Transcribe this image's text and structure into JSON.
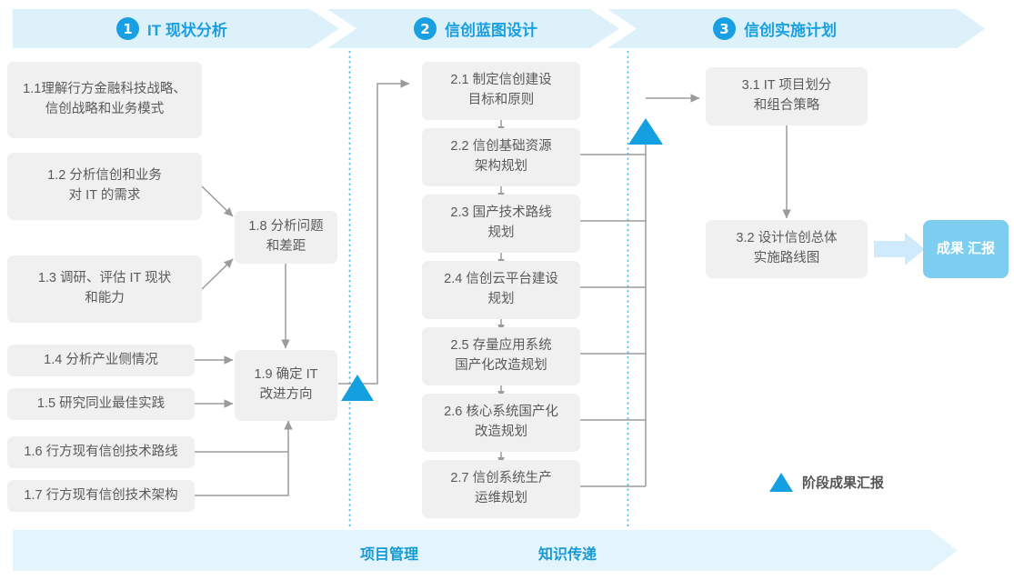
{
  "header": {
    "phases": [
      {
        "num": "1",
        "label": "IT 现状分析"
      },
      {
        "num": "2",
        "label": "信创蓝图设计"
      },
      {
        "num": "3",
        "label": "信创实施计划"
      }
    ],
    "band_color": "#ddf1fb"
  },
  "phase1": {
    "nodes": [
      {
        "id": "1.1",
        "text_line1": "1.1理解行方金融科技战略、",
        "text_line2": "信创战略和业务模式"
      },
      {
        "id": "1.2",
        "text_line1": "1.2 分析信创和业务",
        "text_line2": "对 IT 的需求"
      },
      {
        "id": "1.3",
        "text_line1": "1.3 调研、评估 IT 现状",
        "text_line2": "和能力"
      },
      {
        "id": "1.4",
        "text_line1": "1.4 分析产业侧情况",
        "text_line2": ""
      },
      {
        "id": "1.5",
        "text_line1": "1.5 研究同业最佳实践",
        "text_line2": ""
      },
      {
        "id": "1.6",
        "text_line1": "1.6 行方现有信创技术路线",
        "text_line2": ""
      },
      {
        "id": "1.7",
        "text_line1": "1.7 行方现有信创技术架构",
        "text_line2": ""
      },
      {
        "id": "1.8",
        "text_line1": "1.8 分析问题",
        "text_line2": "和差距"
      },
      {
        "id": "1.9",
        "text_line1": "1.9 确定 IT",
        "text_line2": "改进方向"
      }
    ]
  },
  "phase2": {
    "nodes": [
      {
        "id": "2.1",
        "text_line1": "2.1 制定信创建设",
        "text_line2": "目标和原则"
      },
      {
        "id": "2.2",
        "text_line1": "2.2 信创基础资源",
        "text_line2": "架构规划"
      },
      {
        "id": "2.3",
        "text_line1": "2.3 国产技术路线",
        "text_line2": "规划"
      },
      {
        "id": "2.4",
        "text_line1": "2.4 信创云平台建设",
        "text_line2": "规划"
      },
      {
        "id": "2.5",
        "text_line1": "2.5 存量应用系统",
        "text_line2": "国产化改造规划"
      },
      {
        "id": "2.6",
        "text_line1": "2.6 核心系统国产化",
        "text_line2": "改造规划"
      },
      {
        "id": "2.7",
        "text_line1": "2.7 信创系统生产",
        "text_line2": "运维规划"
      }
    ]
  },
  "phase3": {
    "nodes": [
      {
        "id": "3.1",
        "text_line1": "3.1 IT 项目划分",
        "text_line2": "和组合策略"
      },
      {
        "id": "3.2",
        "text_line1": "3.2 设计信创总体",
        "text_line2": "实施路线图"
      }
    ],
    "badge": {
      "line1": "成果",
      "line2": "汇报",
      "color": "#7dcdf0"
    }
  },
  "legend": {
    "label": "阶段成果汇报",
    "marker_color": "#139fe0"
  },
  "footer": {
    "labels": [
      "项目管理",
      "知识传递"
    ],
    "band_color": "#e3f4fc"
  },
  "colors": {
    "node_fill": "#f0f0f0",
    "node_text": "#5a5a5a",
    "connector": "#9b9b9b",
    "accent_blue": "#139fe0",
    "divider": "#4ab6e6"
  }
}
